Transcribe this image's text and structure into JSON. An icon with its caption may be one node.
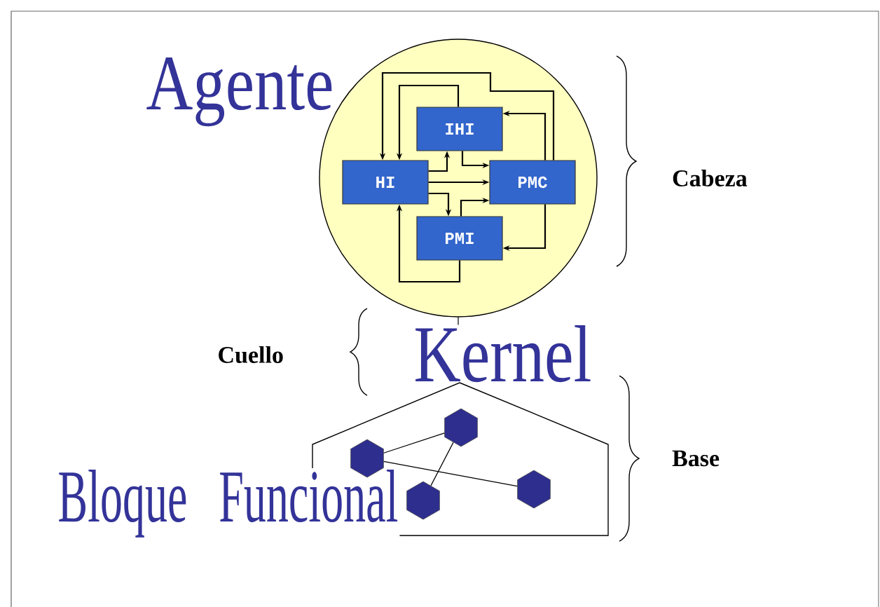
{
  "diagram": {
    "nodes": [
      {
        "text": [
          "Agente"
        ]
      },
      {
        "text": [
          "IHI"
        ],
        "in": 0
      },
      {
        "text": [
          "HI"
        ],
        "in": 0
      },
      {
        "text": [
          "PMC"
        ],
        "in": 0
      },
      {
        "text": [
          "PMI"
        ],
        "in": 0
      },
      {
        "text": [
          "Kernel"
        ]
      },
      {
        "text": [
          "Bloque Funcional"
        ]
      },
      {
        "text": [],
        "shape": "hexagon",
        "in": 6
      },
      {
        "text": [],
        "shape": "hexagon",
        "in": 6
      },
      {
        "text": [],
        "shape": "hexagon",
        "in": 6
      },
      {
        "text": [],
        "shape": "hexagon",
        "in": 6
      }
    ],
    "edges": [
      {
        "from": 3,
        "to": 2,
        "arrow": "to"
      },
      {
        "from": 1,
        "to": 2,
        "arrow": "to"
      },
      {
        "from": 2,
        "to": 1,
        "arrow": "to"
      },
      {
        "from": 1,
        "to": 3,
        "arrow": "to"
      },
      {
        "from": 2,
        "to": 3,
        "arrow": "to"
      },
      {
        "from": 2,
        "to": 4,
        "arrow": "to"
      },
      {
        "from": 4,
        "to": 3,
        "arrow": "to"
      },
      {
        "from": 3,
        "to": 1,
        "arrow": "to"
      },
      {
        "from": 3,
        "to": 4,
        "arrow": "to"
      },
      {
        "from": 4,
        "to": 2,
        "arrow": "to"
      },
      {
        "from": 0,
        "to": 5,
        "arrow": "none"
      },
      {
        "from": 7,
        "to": 9,
        "arrow": "none"
      },
      {
        "from": 9,
        "to": 8,
        "arrow": "none"
      },
      {
        "from": 7,
        "to": 10,
        "arrow": "none"
      }
    ],
    "labels": [
      "Cabeza",
      "Cuello",
      "Base"
    ]
  }
}
